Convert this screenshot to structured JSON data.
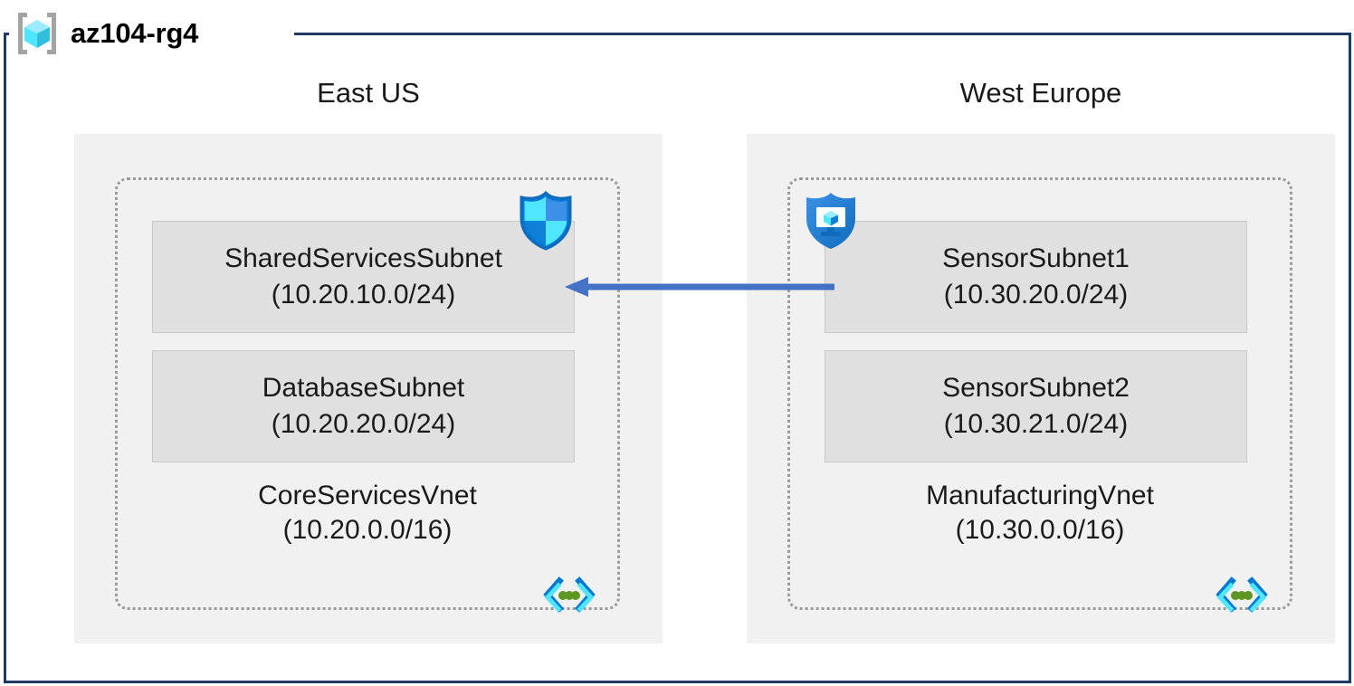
{
  "resource_group": {
    "name": "az104-rg4",
    "icon": "resource-group-cube-icon",
    "frame_color": "#1F3864"
  },
  "regions": [
    {
      "title": "East US",
      "vnet": {
        "name": "CoreServicesVnet",
        "cidr": "(10.20.0.0/16)",
        "icon": "virtual-network-icon",
        "subnets": [
          {
            "name": "SharedServicesSubnet",
            "cidr": "(10.20.10.0/24)",
            "badge_icon": "network-security-group-shield-icon"
          },
          {
            "name": "DatabaseSubnet",
            "cidr": "(10.20.20.0/24)",
            "badge_icon": null
          }
        ]
      }
    },
    {
      "title": "West Europe",
      "vnet": {
        "name": "ManufacturingVnet",
        "cidr": "(10.30.0.0/16)",
        "icon": "virtual-network-icon",
        "subnets": [
          {
            "name": "SensorSubnet1",
            "cidr": "(10.30.20.0/24)",
            "badge_icon": "application-security-group-shield-monitor-icon"
          },
          {
            "name": "SensorSubnet2",
            "cidr": "(10.30.21.0/24)",
            "badge_icon": null
          }
        ]
      }
    }
  ],
  "connection": {
    "name": "vnet-peering-arrow",
    "direction": "right-to-left",
    "color": "#4472C4"
  },
  "colors": {
    "frame": "#1F3864",
    "region_fill": "#F1F1F1",
    "subnet_fill": "#E0E0E0",
    "subnet_border": "#C8C8C8",
    "vnet_border": "#9A9A9A",
    "arrow": "#4472C4",
    "icon_cube_cyan": "#50E6FF",
    "icon_bracket_gray": "#A3A3A3",
    "shield_blue": "#0078D4",
    "vnet_green": "#5E9624"
  }
}
